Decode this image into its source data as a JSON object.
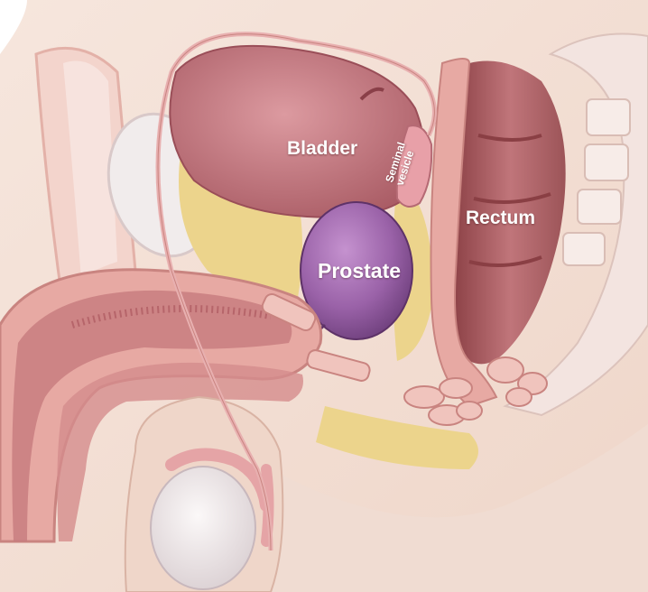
{
  "labels": {
    "bladder": "Bladder",
    "seminal_line1": "Seminal",
    "seminal_line2": "vesicle",
    "rectum": "Rectum",
    "prostate": "Prostate"
  },
  "colors": {
    "skin": "#f2dcd0",
    "skin_dark": "#e3bfae",
    "fat": "#ecd48c",
    "bladder": "#c97a82",
    "prostate": "#9a62a8",
    "rectum": "#b06468",
    "tissue": "#e7a9a3",
    "bone": "#f3e4e0",
    "white_tissue": "#f1ecec"
  }
}
